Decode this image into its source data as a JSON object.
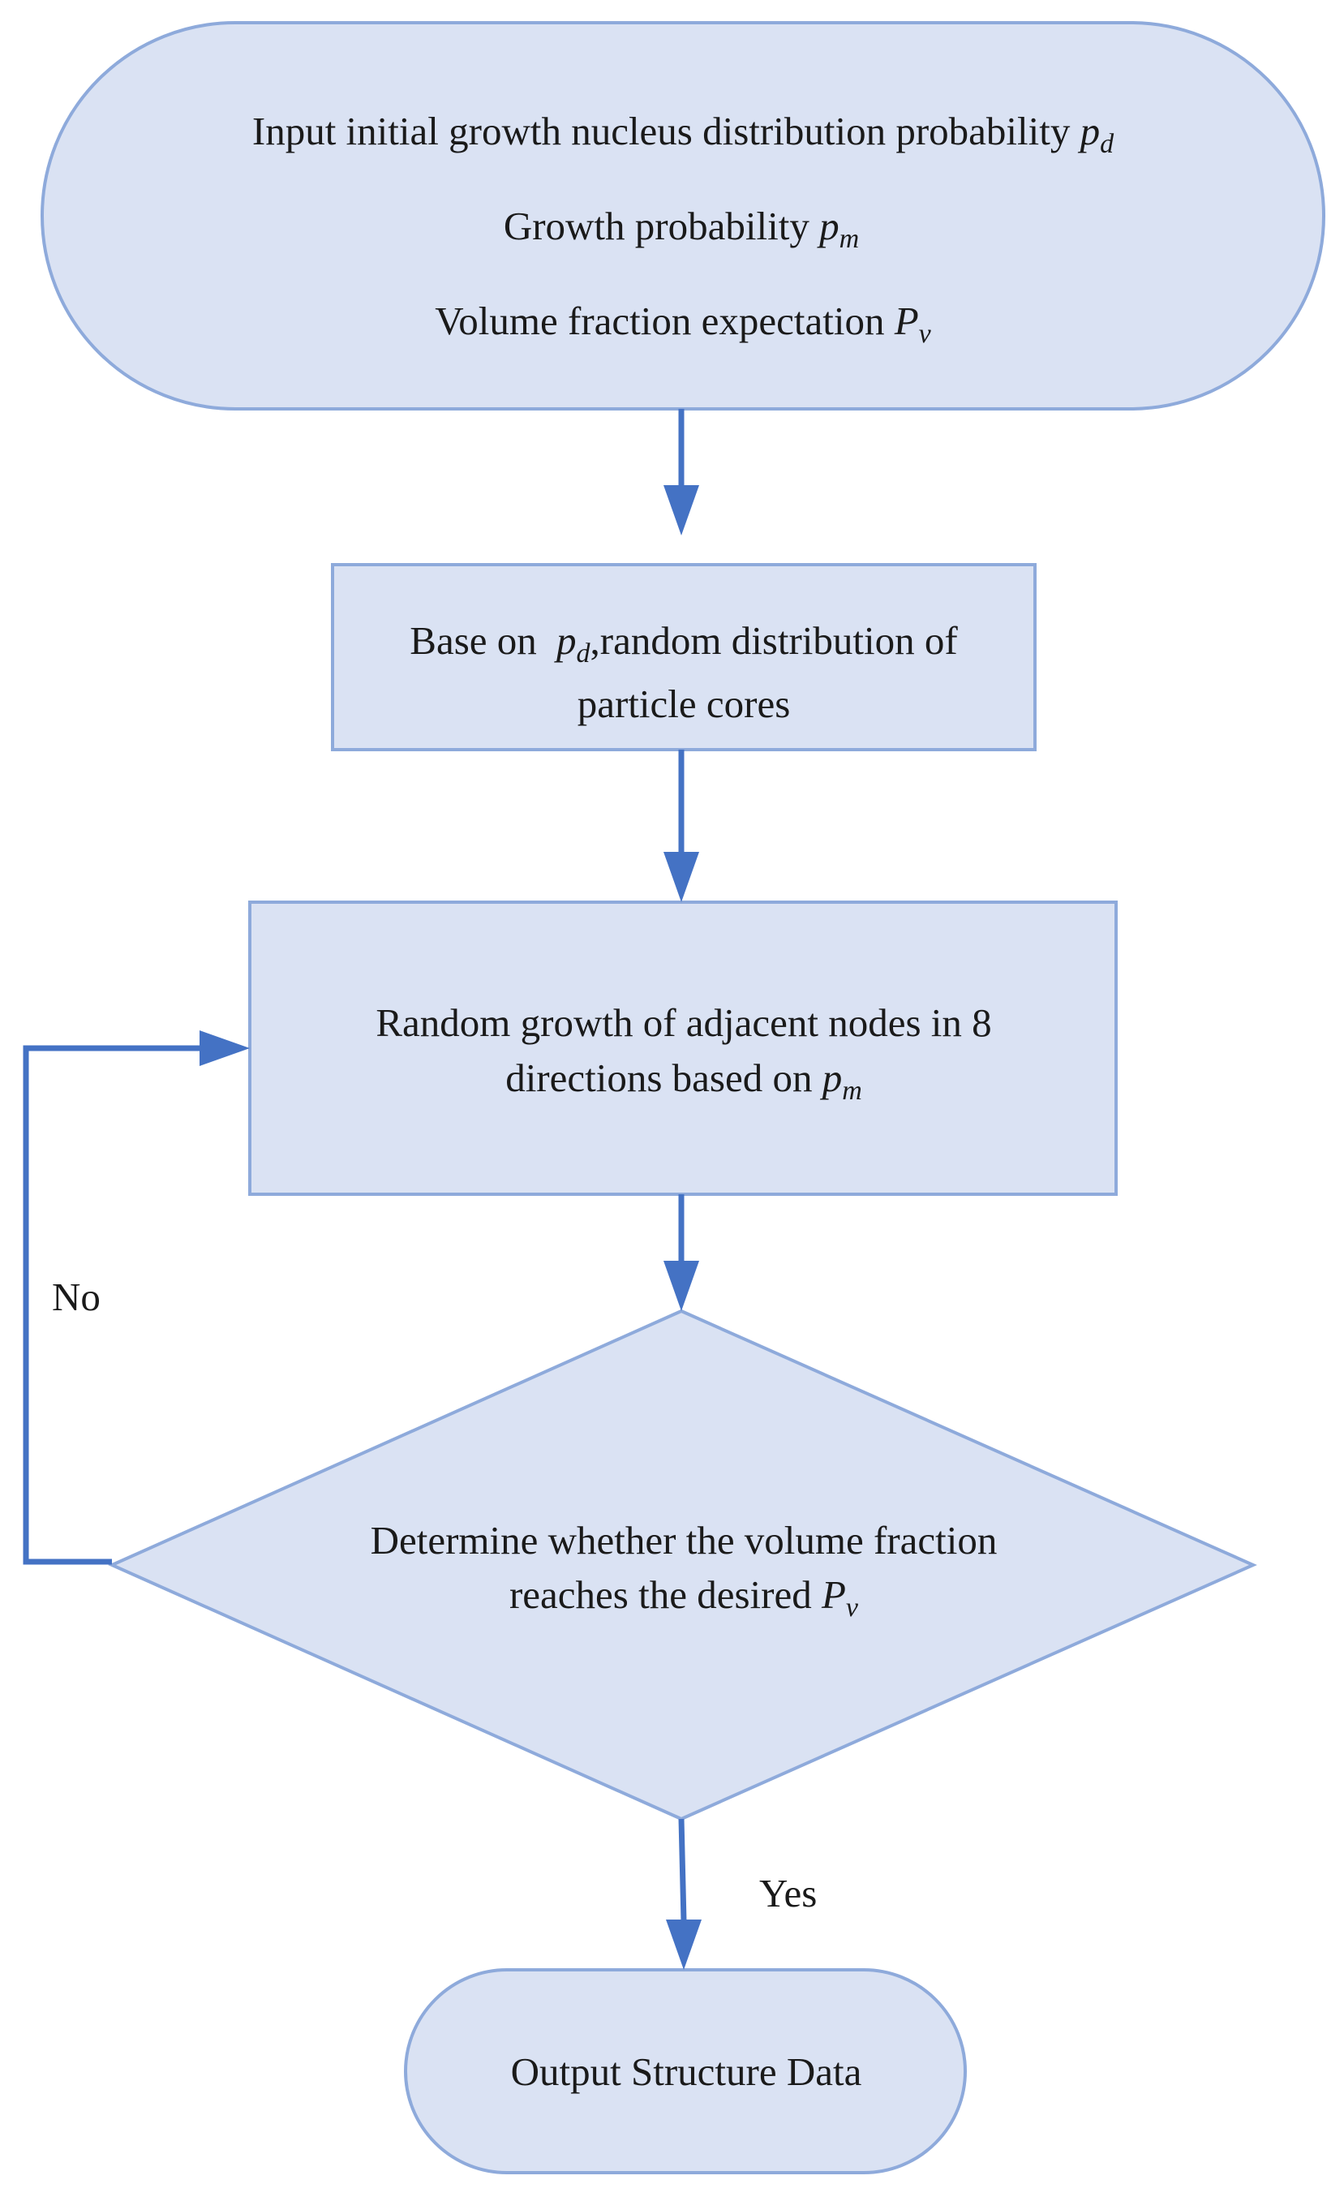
{
  "colors": {
    "node_fill": "#dae2f3",
    "node_stroke": "#8eaadb",
    "edge": "#4472c4",
    "text": "#1a1a1a"
  },
  "nodes": {
    "start": {
      "line1_text": "Input initial growth nucleus distribution probability ",
      "line1_symbol": "p",
      "line1_subscript": "d",
      "line2_text": "Growth probability ",
      "line2_symbol": "p",
      "line2_subscript": "m",
      "line3_text": "Volume fraction expectation ",
      "line3_symbol": "P",
      "line3_subscript": "v"
    },
    "distribute": {
      "line1_prefix": "Base on ",
      "line1_symbol": "p",
      "line1_subscript": "d",
      "line1_suffix": ",random distribution of",
      "line2_text": "particle cores"
    },
    "growth": {
      "line1_text": "Random growth of adjacent nodes in 8",
      "line2_text": "directions based on ",
      "line2_symbol": "p",
      "line2_subscript": "m"
    },
    "decision": {
      "line1_text": "Determine whether the volume fraction",
      "line2_text": "reaches the desired ",
      "line2_symbol": "P",
      "line2_subscript": "v"
    },
    "end": {
      "label": "Output Structure Data"
    }
  },
  "edges": {
    "no_label": "No",
    "yes_label": "Yes"
  }
}
